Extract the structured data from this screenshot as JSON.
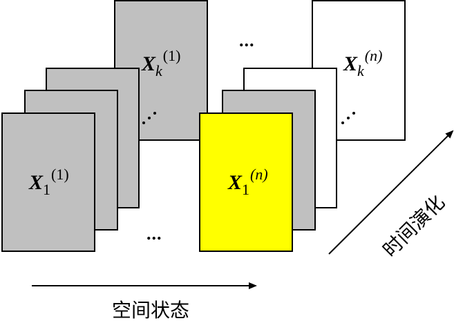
{
  "labels": {
    "x1_first": {
      "base": "X",
      "sub": "1",
      "sup": "(1)"
    },
    "xk_first": {
      "base": "X",
      "sub": "k",
      "sup": "(1)"
    },
    "x1_last": {
      "base": "X",
      "sub": "1",
      "sup": "(n)"
    },
    "xk_last": {
      "base": "X",
      "sub": "k",
      "sup": "(n)"
    }
  },
  "ellipsis": "…",
  "axes": {
    "spatial": "空间状态",
    "temporal": "时间演化"
  },
  "colors": {
    "gray": "#c0c0c0",
    "yellow": "#ffff00",
    "white": "#ffffff",
    "stroke": "#000000"
  }
}
